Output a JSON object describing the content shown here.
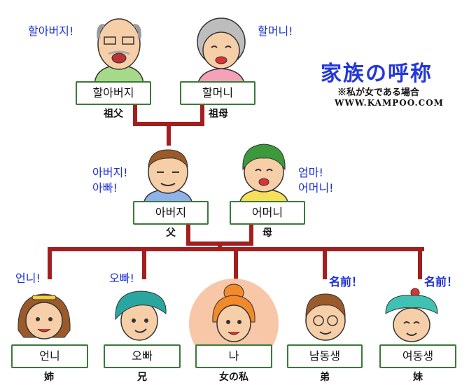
{
  "header": {
    "title": "家族の呼称",
    "note": "※私が女である場合",
    "site": "WWW.KAMPOO.COM"
  },
  "colors": {
    "line": "#a31f1f",
    "call_text": "#1c2fd6",
    "box_border": "#3a7a3a",
    "highlight": "#f7c7a8"
  },
  "members": {
    "grandfather": {
      "label": "할아버지",
      "kanji": "祖父",
      "call": [
        "할아버지!"
      ]
    },
    "grandmother": {
      "label": "할머니",
      "kanji": "祖母",
      "call": [
        "할머니!"
      ]
    },
    "father": {
      "label": "아버지",
      "kanji": "父",
      "call": [
        "아버지!",
        "아빠!"
      ]
    },
    "mother": {
      "label": "어머니",
      "kanji": "母",
      "call": [
        "엄마!",
        "어머니!"
      ]
    },
    "older_sister": {
      "label": "언니",
      "kanji": "姉",
      "call": [
        "언니!"
      ]
    },
    "older_brother": {
      "label": "오빠",
      "kanji": "兄",
      "call": [
        "오빠!"
      ]
    },
    "me": {
      "label": "나",
      "kanji": "女の私"
    },
    "younger_brother": {
      "label": "남동생",
      "kanji": "弟",
      "call": [
        "名前！"
      ]
    },
    "younger_sister": {
      "label": "여동생",
      "kanji": "妹",
      "call": [
        "名前！"
      ]
    }
  }
}
